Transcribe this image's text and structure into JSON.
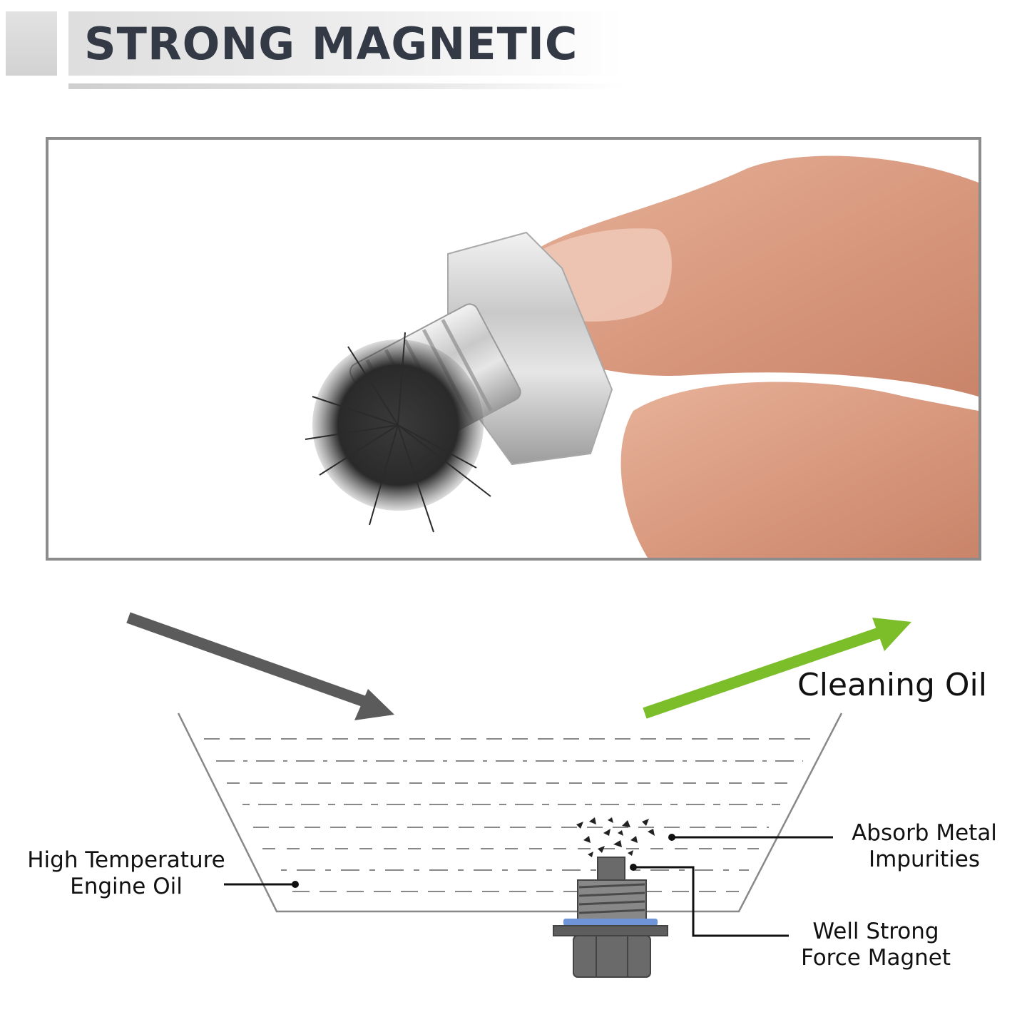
{
  "header": {
    "title": "STRONG MAGNETIC"
  },
  "photo": {
    "description_icon": "magnetic-drain-plug-with-iron-filings-photo"
  },
  "diagram": {
    "cleaning_label": "Cleaning Oil",
    "engine_oil_label": "High Temperature Engine Oil",
    "engine_oil_lines": [
      "High Temperature",
      "Engine Oil"
    ],
    "absorb_lines": [
      "Absorb Metal",
      "Impurities"
    ],
    "magnet_lines": [
      "Well Strong",
      "Force Magnet"
    ]
  },
  "colors": {
    "title_text": "#333a46",
    "in_arrow": "#5b5b5b",
    "out_arrow": "#7cbd2a",
    "pan_outline": "#888888",
    "washer": "#6f95d8",
    "plug": "#6a6a6a"
  }
}
